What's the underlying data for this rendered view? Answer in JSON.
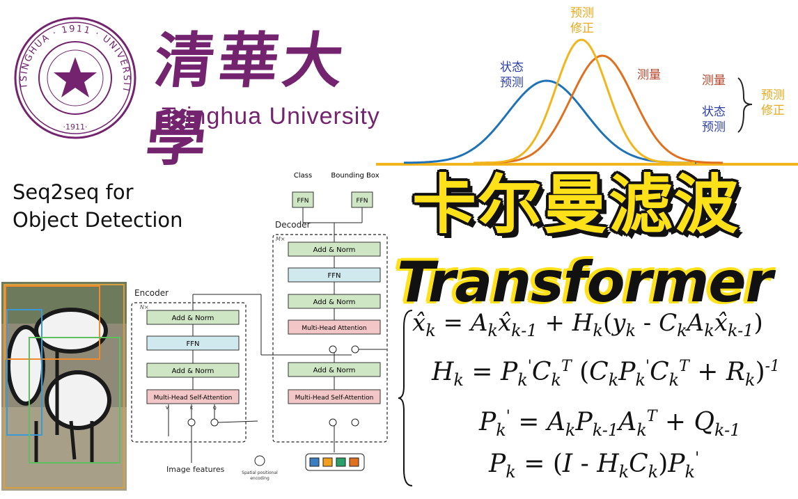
{
  "university": {
    "seal_text": "TSINGHUA · 1911 · UNIVERSITY",
    "seal_year": "·1911·",
    "name_cn": "清華大學",
    "name_en": "Tsinghua University"
  },
  "seq2seq_label": [
    "Seq2seq for",
    "Object Detection"
  ],
  "diagram": {
    "encoder_label": "Encoder",
    "decoder_label": "Decoder",
    "n_label": "N×",
    "m_label": "M×",
    "class_label": "Class",
    "bbox_label": "Bounding Box",
    "ffn": "FFN",
    "add_norm": "Add & Norm",
    "mhsa": "Multi-Head Self-Attention",
    "mha": "Multi-Head Attention",
    "v": "V",
    "k": "K",
    "q": "Q",
    "image_features": "Image features",
    "spatial_pe": [
      "Spatial positional",
      "encoding"
    ],
    "query_colors": [
      "#3a7fc2",
      "#f0a01e",
      "#2aa06a",
      "#e07020"
    ]
  },
  "kalman_chart": {
    "labels": {
      "predict_state": [
        "状态",
        "预测"
      ],
      "corrected": [
        "预测",
        "修正"
      ],
      "measurement": "测量",
      "legend_measurement": "测量",
      "legend_state": [
        "状态",
        "预测"
      ],
      "legend_corrected": [
        "预测",
        "修正"
      ]
    },
    "colors": {
      "prediction": "#1f72b8",
      "corrected": "#f2b51c",
      "measurement": "#e0701e",
      "prediction_text": "#2a3ea8",
      "corrected_text": "#e8a91a",
      "measurement_text": "#b5442a"
    }
  },
  "title_cn": "卡尔曼滤波",
  "title_en": "Transformer",
  "equations": {
    "eq1_lhs": "x̂",
    "eq_sub_k": "k",
    "eq_sub_k1": "k-1",
    "minus_one": "-1",
    "sup_T": "T"
  }
}
